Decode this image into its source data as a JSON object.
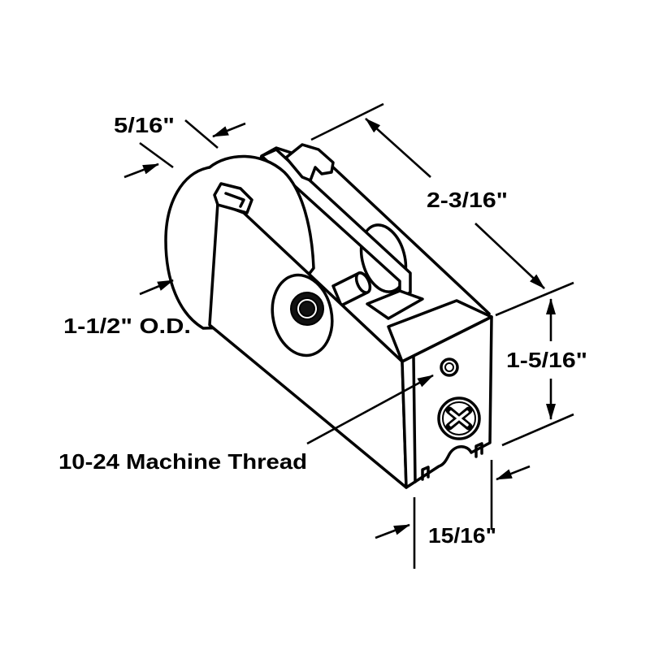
{
  "labels": {
    "width_top": "5/16\"",
    "length": "2-3/16\"",
    "wheel_od": "1-1/2\" O.D.",
    "height": "1-5/16\"",
    "thread": "10-24 Machine Thread",
    "width_bottom": "15/16\""
  },
  "colors": {
    "line": "#000000",
    "background": "#ffffff"
  }
}
